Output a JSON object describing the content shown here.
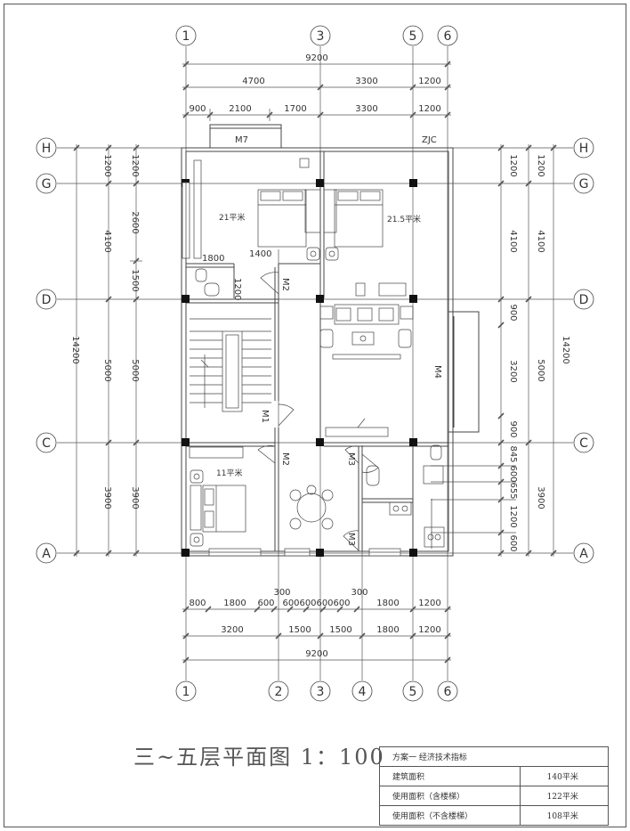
{
  "axes": {
    "cols_top": [
      "1",
      "3",
      "5",
      "6"
    ],
    "cols_bottom": [
      "1",
      "2",
      "3",
      "4",
      "5",
      "6"
    ],
    "rows_left": [
      "H",
      "G",
      "D",
      "C",
      "A"
    ],
    "rows_right": [
      "H",
      "G",
      "D",
      "C",
      "A"
    ]
  },
  "dims": {
    "top_total": "9200",
    "top_row1": [
      "4700",
      "3300",
      "1200"
    ],
    "top_row2": [
      "900",
      "2100",
      "1700",
      "3300",
      "1200"
    ],
    "bottom_row1": [
      "800",
      "1800",
      "600",
      "600",
      "600",
      "600",
      "600",
      "1800",
      "1200"
    ],
    "bottom_row1_extra": [
      "300",
      "300"
    ],
    "bottom_row2": [
      "3200",
      "1500",
      "1500",
      "1800",
      "1200"
    ],
    "bottom_total": "9200",
    "left_total": "14200",
    "left_outer": [
      "1200",
      "4100",
      "5000",
      "3900"
    ],
    "left_inner": [
      "1200",
      "2600",
      "1500",
      "5000",
      "3900"
    ],
    "right_inner": [
      "1200",
      "4100",
      "900",
      "3200",
      "900",
      "845",
      "600",
      "655",
      "1200",
      "600"
    ],
    "right_outer": [
      "1200",
      "4100",
      "5000",
      "3900"
    ],
    "right_total": "14200"
  },
  "labels": {
    "m7": "M7",
    "zjc": "ZJC",
    "m2a": "M2",
    "m2b": "M2",
    "m1": "M1",
    "m3a": "M3",
    "m3b": "M3",
    "m4": "M4",
    "room1": "21平米",
    "room2": "21.5平米",
    "room3": "11平米",
    "d1400": "1400",
    "d1800": "1800",
    "d1200": "1200"
  },
  "title": "三~五层平面图   1：100",
  "table": {
    "header": "方案一  经济技术指标",
    "rows": [
      {
        "label": "建筑面积",
        "value": "140平米"
      },
      {
        "label": "使用面积（含楼梯）",
        "value": "122平米"
      },
      {
        "label": "使用面积（不含楼梯）",
        "value": "108平米"
      }
    ]
  }
}
